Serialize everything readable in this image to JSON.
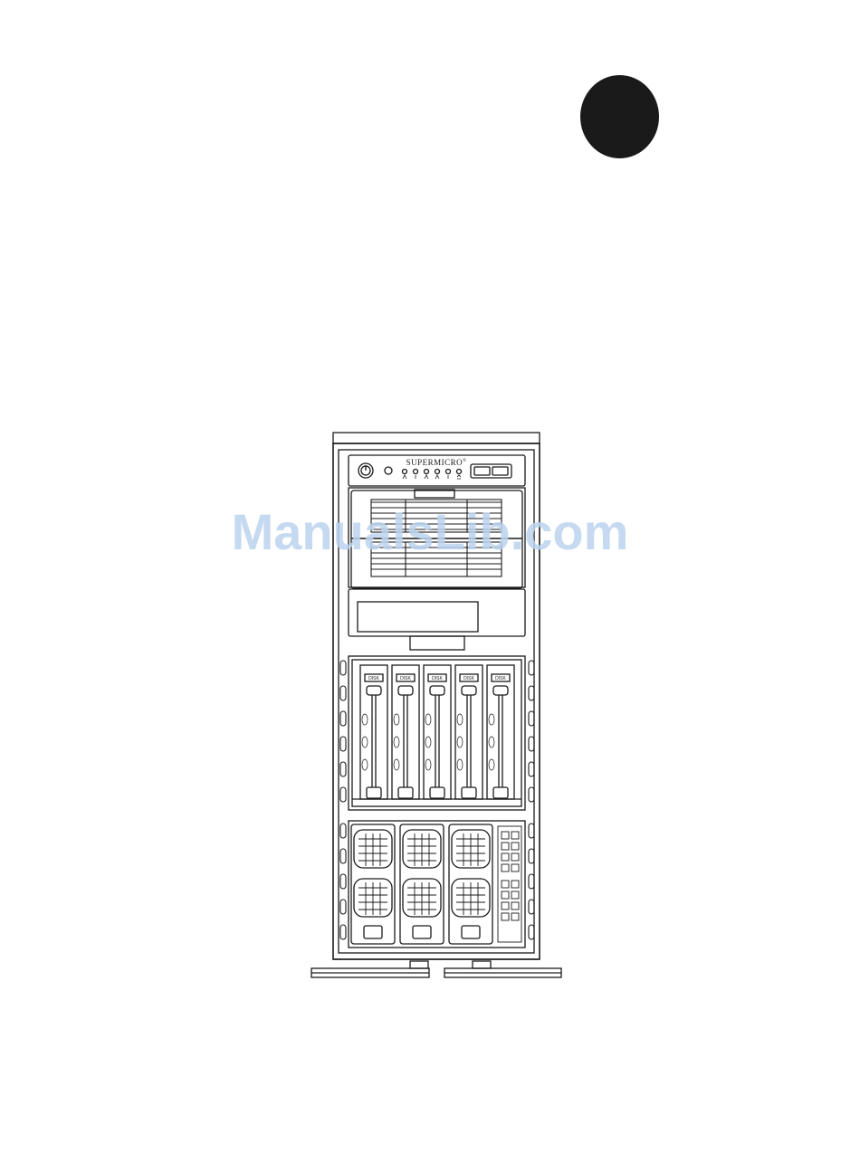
{
  "brand": {
    "name": "SUPERMICRO",
    "mark": "®"
  },
  "watermark": {
    "text": "ManualsLib.com"
  },
  "hdd_tray_label": "DISK",
  "colors": {
    "ink": "#1a1a1a",
    "watermark": "#bcd3ee",
    "background": "#ffffff"
  },
  "icons": {
    "chapter_marker": "filled-circle",
    "power": "power-icon",
    "reset": "reset-button-icon"
  }
}
